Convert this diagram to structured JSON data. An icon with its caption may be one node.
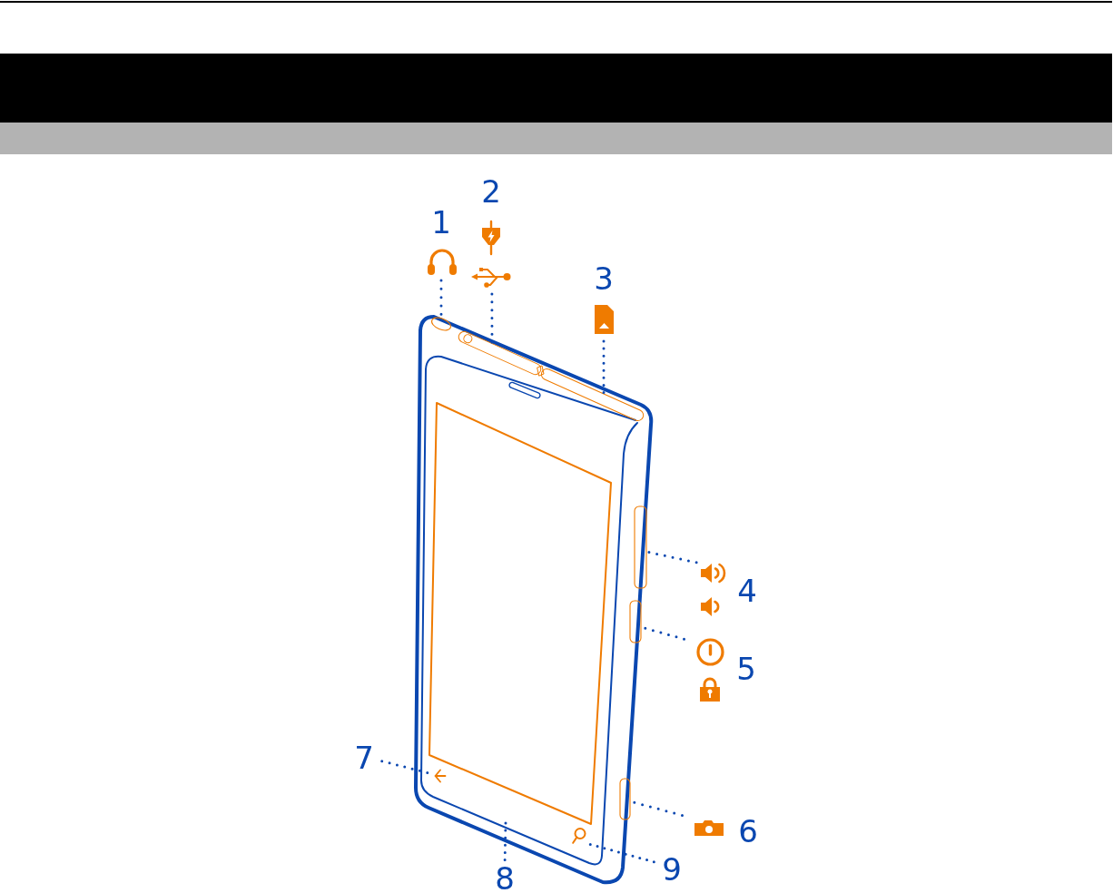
{
  "diagram": {
    "nodes": [
      {
        "text": [
          "1"
        ]
      },
      {
        "text": [
          "2"
        ]
      },
      {
        "text": [
          "3"
        ]
      },
      {
        "text": [
          "4"
        ]
      },
      {
        "text": [
          "5"
        ]
      },
      {
        "text": [
          "6"
        ]
      },
      {
        "text": [
          "7"
        ]
      },
      {
        "text": [
          "8"
        ]
      },
      {
        "text": [
          "9"
        ]
      },
      {
        "text": [],
        "shape": "circle"
      },
      {
        "text": [],
        "shape": "box"
      },
      {
        "text": [],
        "shape": "box"
      },
      {
        "text": [],
        "shape": "bar"
      },
      {
        "text": [],
        "shape": "bar"
      },
      {
        "text": [],
        "shape": "bar"
      },
      {
        "text": [],
        "shape": "picture"
      },
      {
        "text": [],
        "shape": "picture"
      }
    ],
    "edges": [
      {
        "from": 0,
        "to": 9,
        "arrow": "none"
      },
      {
        "from": 1,
        "to": 10,
        "arrow": "none"
      },
      {
        "from": 2,
        "to": 11,
        "arrow": "none"
      },
      {
        "from": 3,
        "to": 12,
        "arrow": "none"
      },
      {
        "from": 4,
        "to": 13,
        "arrow": "none"
      },
      {
        "from": 5,
        "to": 14,
        "arrow": "none"
      },
      {
        "from": 6,
        "to": 15,
        "arrow": "none"
      },
      {
        "from": 7,
        "to": null,
        "arrow": "none"
      },
      {
        "from": 8,
        "to": 16,
        "arrow": "none"
      }
    ]
  }
}
